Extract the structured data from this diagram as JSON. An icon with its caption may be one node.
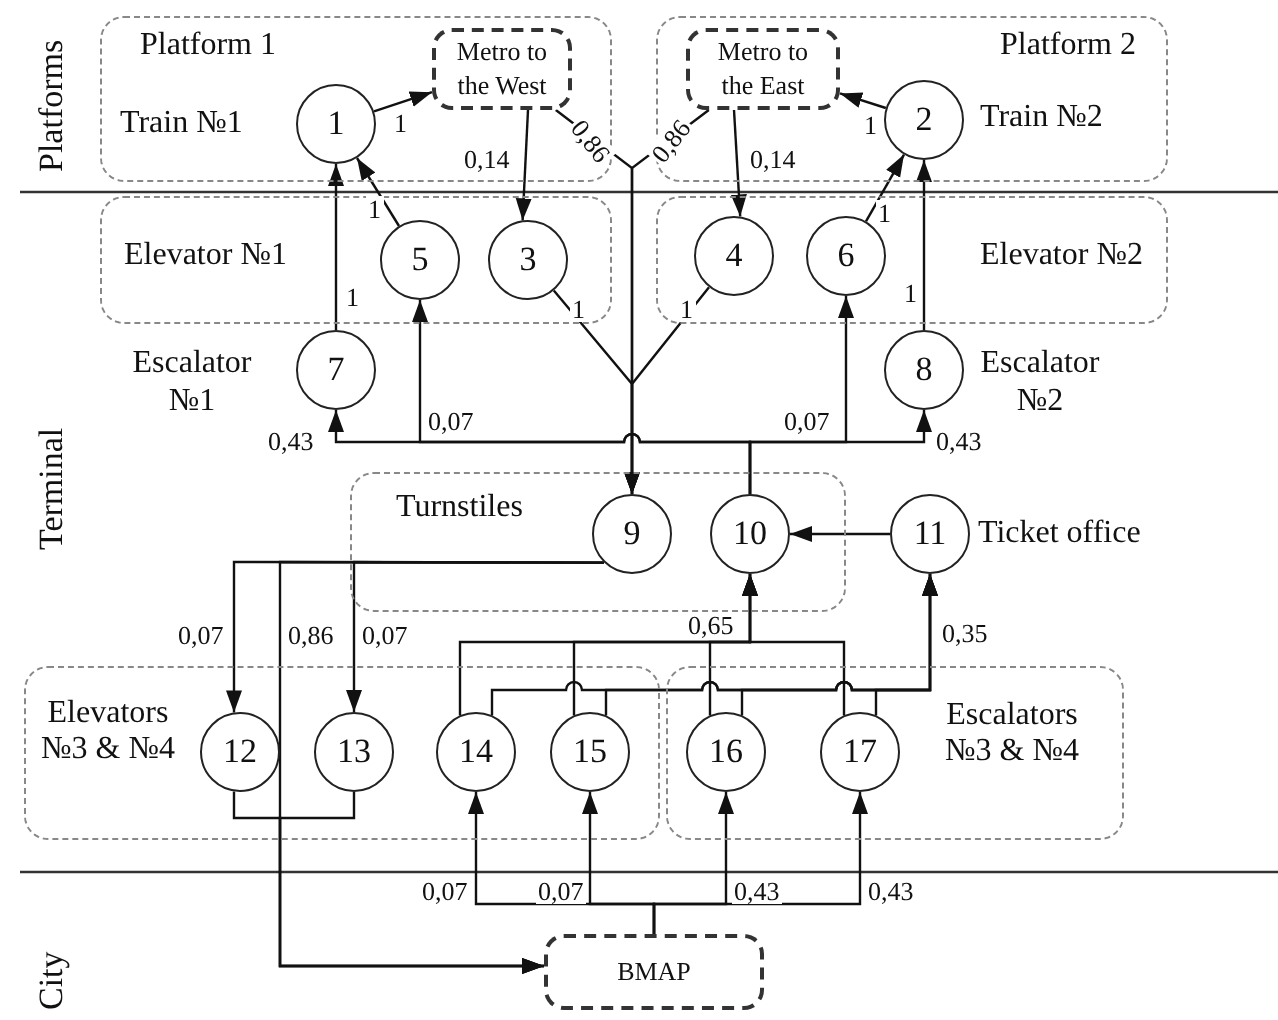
{
  "diagram": {
    "nodes": [
      {
        "text": [
          "Platform 1",
          "Train №1"
        ]
      },
      {
        "text": [
          "Metro to the West"
        ],
        "in": 0
      },
      {
        "text": [
          "1"
        ],
        "in": 0
      },
      {
        "text": [
          "Platform 2",
          "Train №2"
        ]
      },
      {
        "text": [
          "Metro to the East"
        ],
        "in": 3
      },
      {
        "text": [
          "2"
        ],
        "in": 3
      },
      {
        "text": [
          "Elevator №1"
        ]
      },
      {
        "text": [
          "5"
        ],
        "in": 6
      },
      {
        "text": [
          "3"
        ],
        "in": 6
      },
      {
        "text": [
          "Elevator №2"
        ]
      },
      {
        "text": [
          "4"
        ],
        "in": 9
      },
      {
        "text": [
          "6"
        ],
        "in": 9
      },
      {
        "text": [
          "7"
        ],
        "beside": [
          "Escalator №1"
        ]
      },
      {
        "text": [
          "8"
        ],
        "beside": [
          "Escalator №2"
        ]
      },
      {
        "text": [
          "Turnstiles"
        ]
      },
      {
        "text": [
          "9"
        ],
        "in": 14
      },
      {
        "text": [
          "10"
        ],
        "in": 14
      },
      {
        "text": [
          "11"
        ],
        "beside": [
          "Ticket office"
        ]
      },
      {
        "text": [
          "Elevators №3 & №4"
        ]
      },
      {
        "text": [
          "12"
        ],
        "in": 18
      },
      {
        "text": [
          "13"
        ],
        "in": 18
      },
      {
        "text": [
          "14"
        ],
        "in": 18
      },
      {
        "text": [
          "15"
        ],
        "in": 18
      },
      {
        "text": [
          "Escalators №3 & №4"
        ]
      },
      {
        "text": [
          "16"
        ],
        "in": 23
      },
      {
        "text": [
          "17"
        ],
        "in": 23
      },
      {
        "text": [
          "BMAP"
        ]
      }
    ],
    "edges": [
      {
        "from": 2,
        "to": 1,
        "arrow": "to",
        "label": "1"
      },
      {
        "from": 1,
        "to": 8,
        "arrow": "to",
        "label": "0,14"
      },
      {
        "from": 1,
        "to": 15,
        "arrow": "to",
        "label": "0,86"
      },
      {
        "from": 4,
        "to": 15,
        "arrow": "to",
        "label": "0,86"
      },
      {
        "from": 4,
        "to": 10,
        "arrow": "to",
        "label": "0,14"
      },
      {
        "from": 5,
        "to": 4,
        "arrow": "to",
        "label": "1"
      },
      {
        "from": 7,
        "to": 2,
        "arrow": "to",
        "label": "1"
      },
      {
        "from": 12,
        "to": 2,
        "arrow": "to",
        "label": "1"
      },
      {
        "from": 11,
        "to": 5,
        "arrow": "to",
        "label": "1"
      },
      {
        "from": 13,
        "to": 5,
        "arrow": "to",
        "label": "1"
      },
      {
        "from": 8,
        "to": 15,
        "arrow": "to",
        "label": "1"
      },
      {
        "from": 10,
        "to": 15,
        "arrow": "to",
        "label": "1"
      },
      {
        "from": 16,
        "to": 12,
        "arrow": "to",
        "label": "0,43"
      },
      {
        "from": 16,
        "to": 7,
        "arrow": "to",
        "label": "0,07"
      },
      {
        "from": 16,
        "to": 11,
        "arrow": "to",
        "label": "0,07"
      },
      {
        "from": 16,
        "to": 13,
        "arrow": "to",
        "label": "0,43"
      },
      {
        "from": 17,
        "to": 16,
        "arrow": "to"
      },
      {
        "from": 15,
        "to": 19,
        "arrow": "to",
        "label": "0,07"
      },
      {
        "from": 15,
        "to": 26,
        "arrow": "to",
        "label": "0,86"
      },
      {
        "from": 15,
        "to": 20,
        "arrow": "to",
        "label": "0,07"
      },
      {
        "from": 19,
        "to": 26,
        "arrow": "to"
      },
      {
        "from": 20,
        "to": 26,
        "arrow": "to"
      },
      {
        "from": 26,
        "to": 21,
        "arrow": "to",
        "label": "0,07"
      },
      {
        "from": 26,
        "to": 22,
        "arrow": "to",
        "label": "0,07"
      },
      {
        "from": 26,
        "to": 24,
        "arrow": "to",
        "label": "0,43"
      },
      {
        "from": 26,
        "to": 25,
        "arrow": "to",
        "label": "0,43"
      },
      {
        "from": 21,
        "to": 16,
        "arrow": "to",
        "label": "0,65"
      },
      {
        "from": 22,
        "to": 16,
        "arrow": "to"
      },
      {
        "from": 24,
        "to": 16,
        "arrow": "to"
      },
      {
        "from": 25,
        "to": 16,
        "arrow": "to"
      },
      {
        "from": 21,
        "to": 17,
        "arrow": "to",
        "label": "0,35"
      },
      {
        "from": 22,
        "to": 17,
        "arrow": "to"
      },
      {
        "from": 24,
        "to": 17,
        "arrow": "to"
      },
      {
        "from": 25,
        "to": 17,
        "arrow": "to"
      }
    ],
    "labels": [
      "Platforms",
      "Terminal",
      "City"
    ]
  }
}
